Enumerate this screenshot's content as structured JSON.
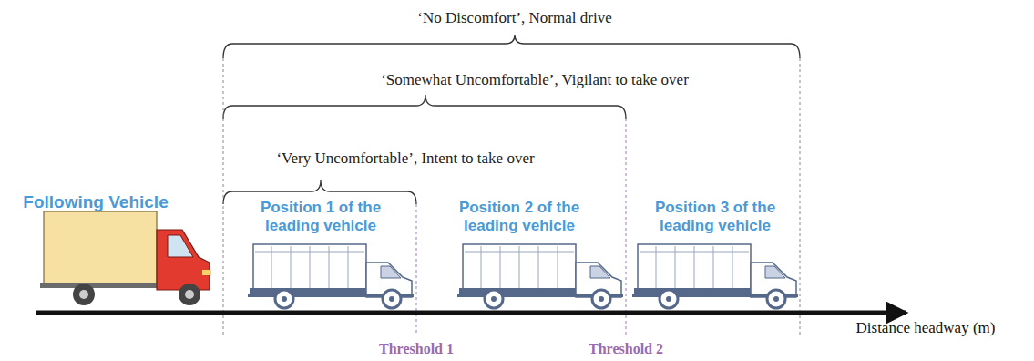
{
  "diagram": {
    "labels": [
      "‘No Discomfort’, Normal drive",
      "‘Somewhat Uncomfortable’, Vigilant to take over",
      "‘Very Uncomfortable’, Intent to take over",
      "Following Vehicle",
      "Position 1 of the leading vehicle",
      "Position 2 of the leading vehicle",
      "Position 3 of the leading vehicle",
      "Threshold 1",
      "Threshold 2",
      "Distance headway (m)"
    ]
  }
}
